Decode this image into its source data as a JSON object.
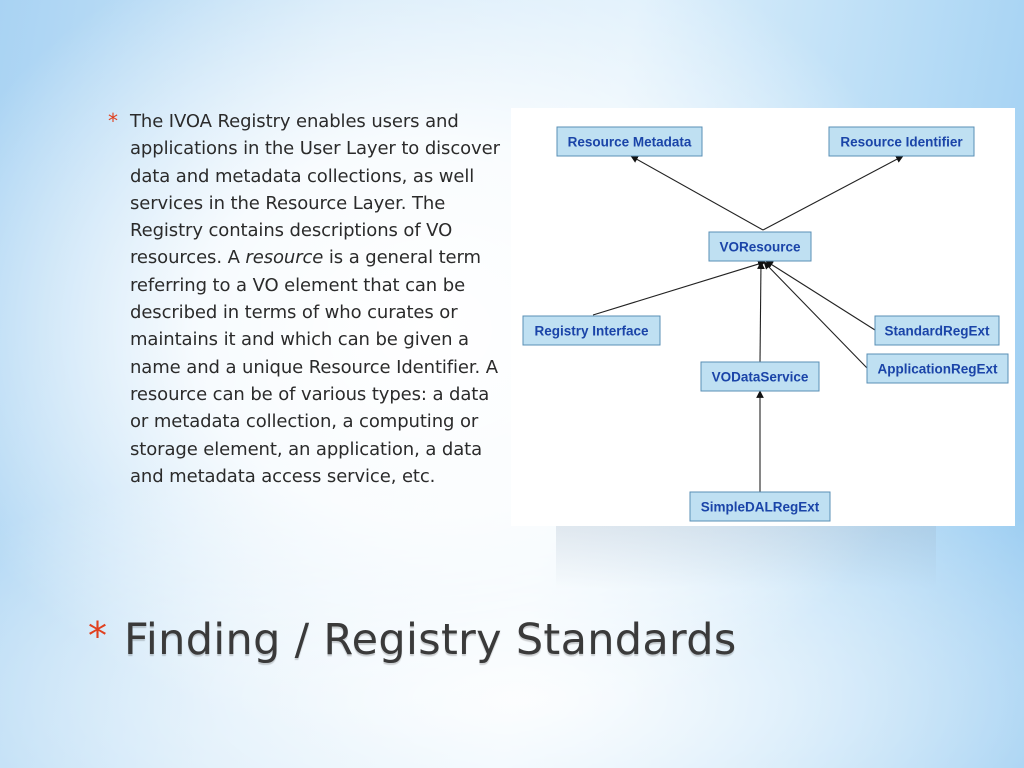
{
  "bullet": {
    "marker": "*",
    "text_before": "The IVOA Registry enables users and applications in the User Layer to discover data and metadata collections, as well services in the Resource Layer. The Registry contains descriptions of VO resources. A ",
    "text_italic": "resource",
    "text_after": " is a general term referring to a VO element that can be described in terms of who curates or maintains it and which can be given a name and a unique Resource Identifier. A resource can be of various types: a data or metadata collection, a computing or storage element, an application, a data and metadata access service, etc."
  },
  "diagram": {
    "nodes": {
      "resource_metadata": "Resource Metadata",
      "resource_identifier": "Resource Identifier",
      "voresource": "VOResource",
      "registry_interface": "Registry Interface",
      "standard_reg_ext": "StandardRegExt",
      "application_reg_ext": "ApplicationRegExt",
      "vodataservice": "VODataService",
      "simple_dal_reg_ext": "SimpleDALRegExt"
    }
  },
  "title": {
    "marker": "*",
    "text": "Finding / Registry Standards"
  },
  "colors": {
    "accent": "#e0401f",
    "node_fill": "#bfe0f2",
    "node_text": "#1a44a8"
  }
}
